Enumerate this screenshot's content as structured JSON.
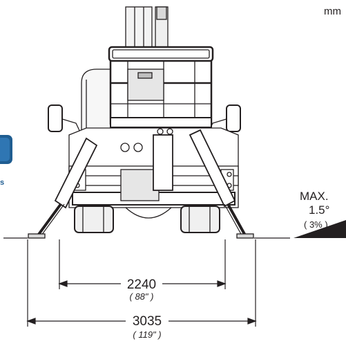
{
  "units_label": "mm",
  "slope": {
    "max_label": "MAX.",
    "angle": "1.5°",
    "percent": "( 3% )"
  },
  "dimensions": {
    "track_width": {
      "value": "2240",
      "imperial": "( 88\" )"
    },
    "outrigger_span": {
      "value": "3035",
      "imperial": "( 119\" )"
    }
  },
  "side_tab": {
    "text": "s"
  },
  "colors": {
    "line": "#231f20",
    "tab_blue": "#1f5d91",
    "tab_text": "#1f5d91",
    "gray_fill": "#d9d9d9"
  }
}
